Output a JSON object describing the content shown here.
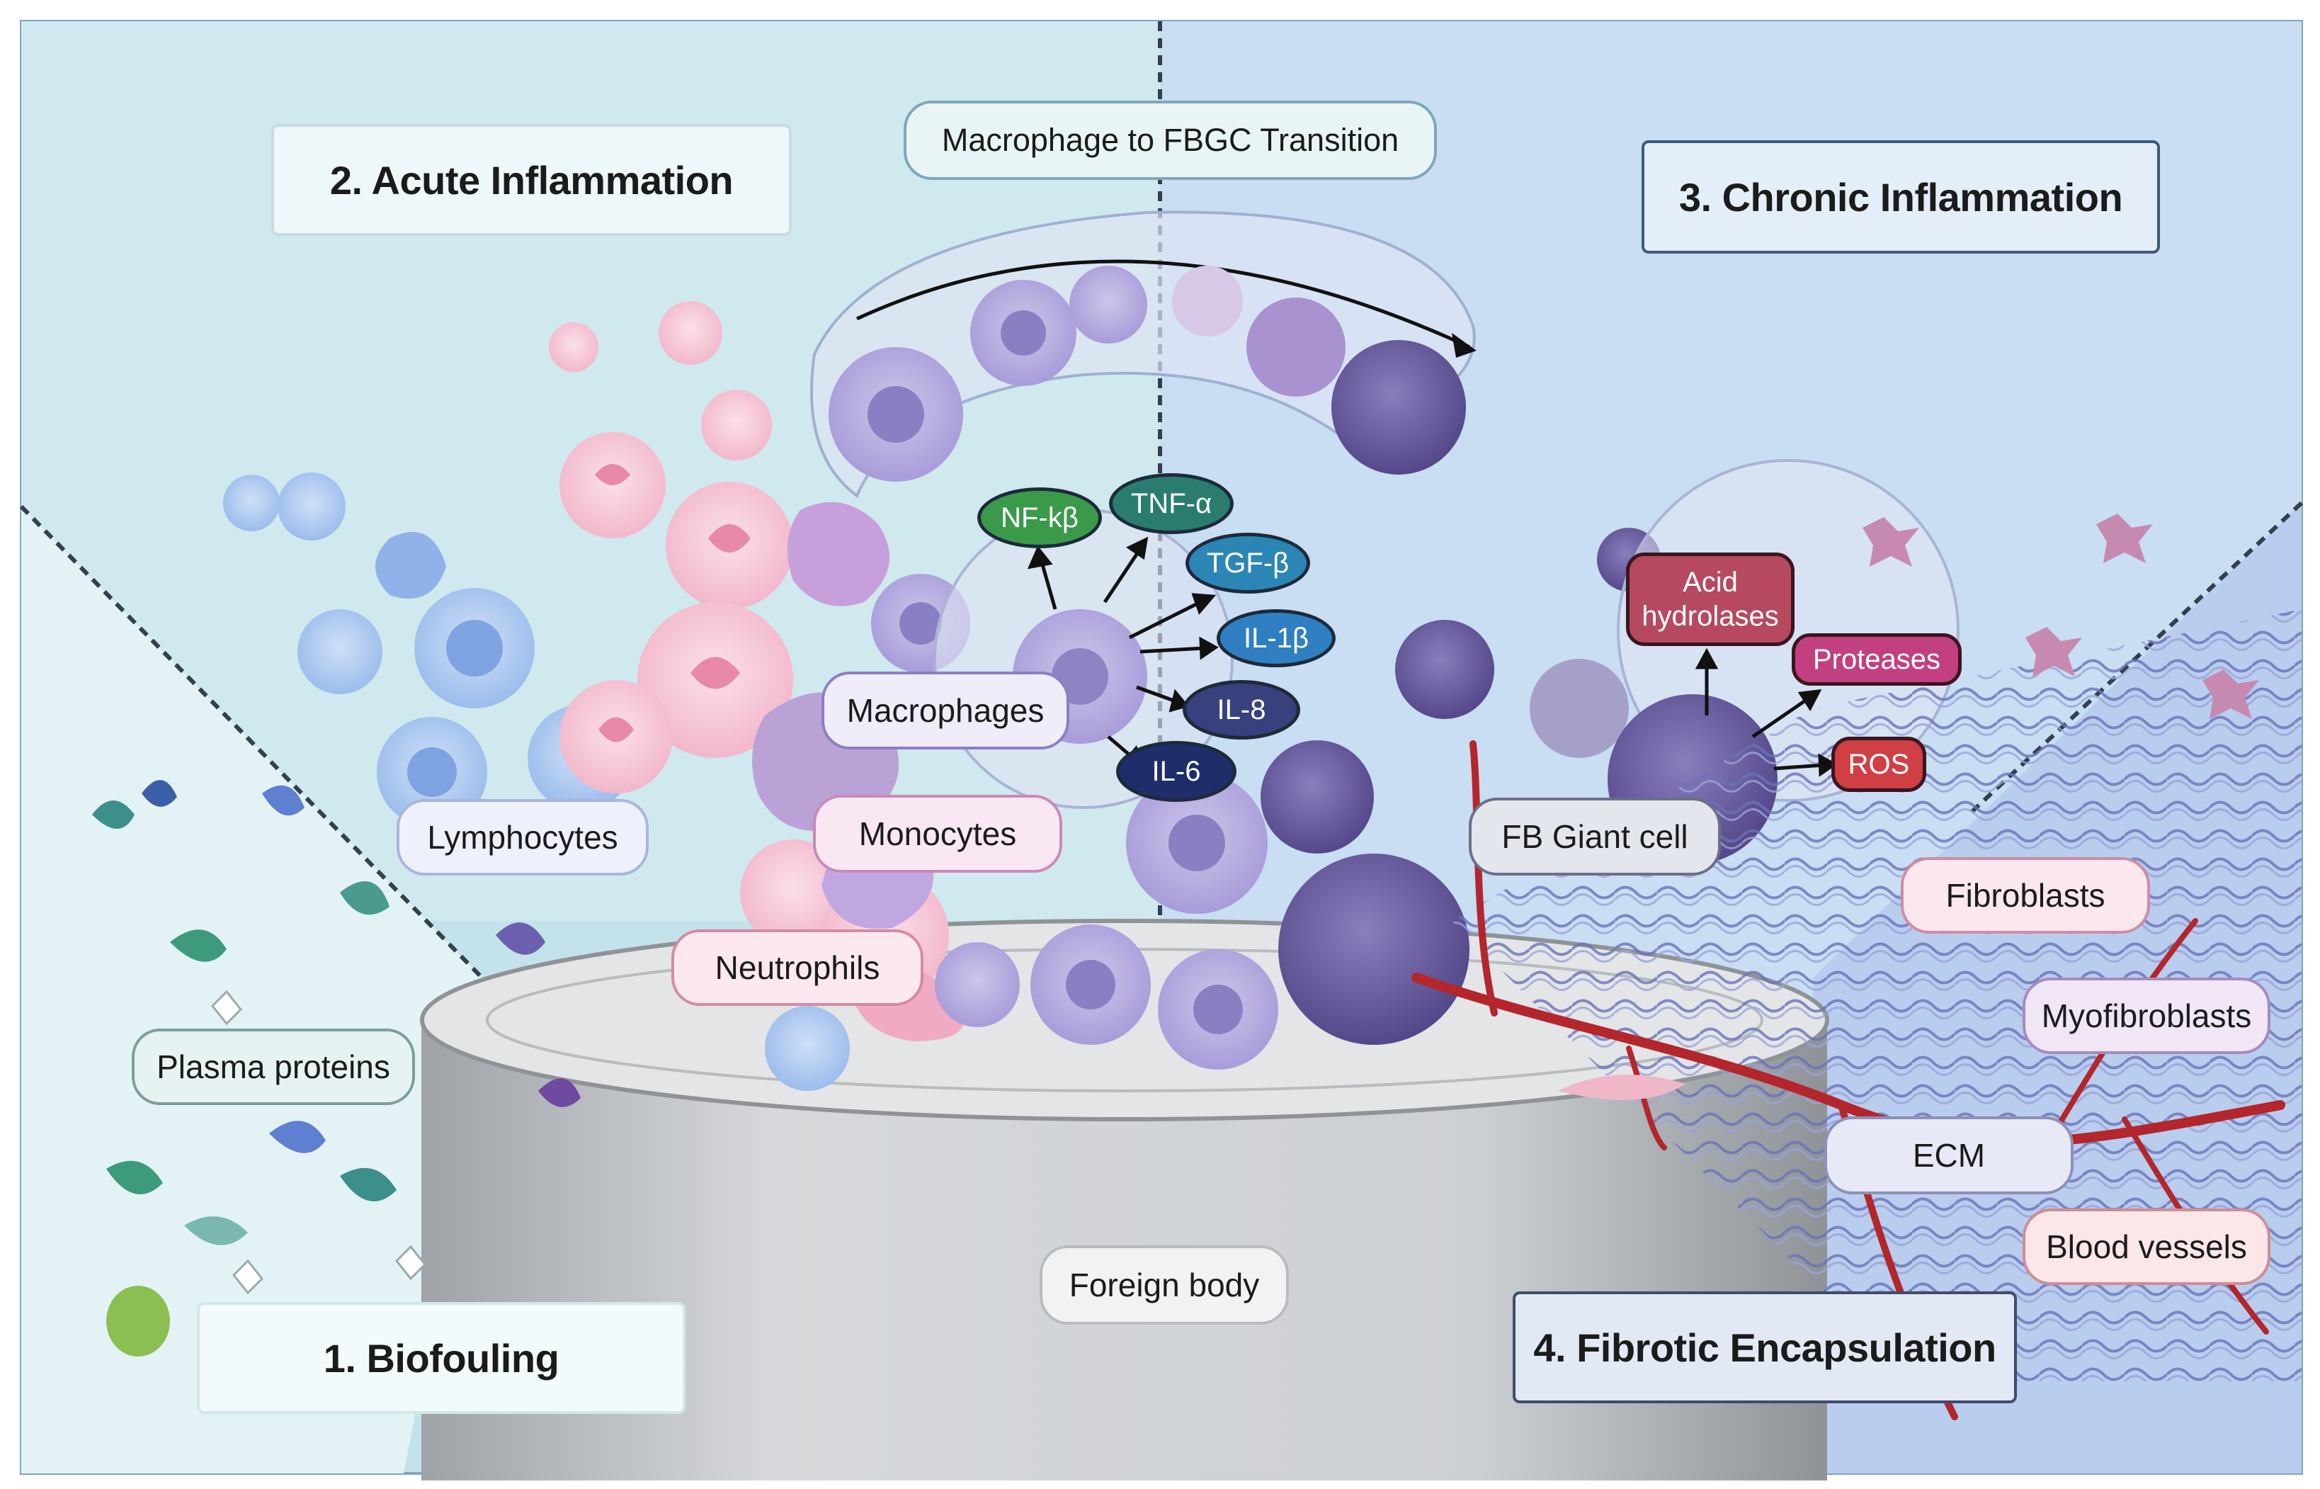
{
  "stages": {
    "biofouling": "1.  Biofouling",
    "acute": "2. Acute Inflammation",
    "chronic": "3. Chronic Inflammation",
    "fibrotic": "4. Fibrotic Encapsulation"
  },
  "transition": "Macrophage to FBGC Transition",
  "cells": {
    "lymphocytes": "Lymphocytes",
    "macrophages": "Macrophages",
    "monocytes": "Monocytes",
    "neutrophils": "Neutrophils",
    "plasma_proteins": "Plasma proteins",
    "fb_giant_cell": "FB Giant cell",
    "fibroblasts": "Fibroblasts",
    "myofibroblasts": "Myofibroblasts",
    "ecm": "ECM",
    "blood_vessels": "Blood vessels",
    "foreign_body": "Foreign body"
  },
  "cytokines": {
    "nfkb": "NF-kβ",
    "tnfa": "TNF-α",
    "tgfb": "TGF-β",
    "il1b": "IL-1β",
    "il8": "IL-8",
    "il6": "IL-6"
  },
  "mediators": {
    "acid_line1": "Acid",
    "acid_line2": "hydrolases",
    "proteases": "Proteases",
    "ros": "ROS"
  },
  "colors": {
    "acute_bg": "#cfe9ee",
    "biofouling_bg": "#e3f3f5",
    "chronic_bg": "#c9ddf3",
    "fibrotic_bg": "#b9cdee",
    "foreign_body": "#c9ccd0",
    "nfkb": "#3b9a4a",
    "tnfa": "#2a7d6e",
    "tgfb": "#2b86b5",
    "il1b": "#2f7fc2",
    "il8": "#39407e",
    "il6": "#1f2e6a",
    "acid_hydrolases": "#b6495f",
    "proteases": "#c2407f",
    "ros": "#cf3f44",
    "vessel": "#b3262c",
    "giant_cell": "#5f5494"
  }
}
